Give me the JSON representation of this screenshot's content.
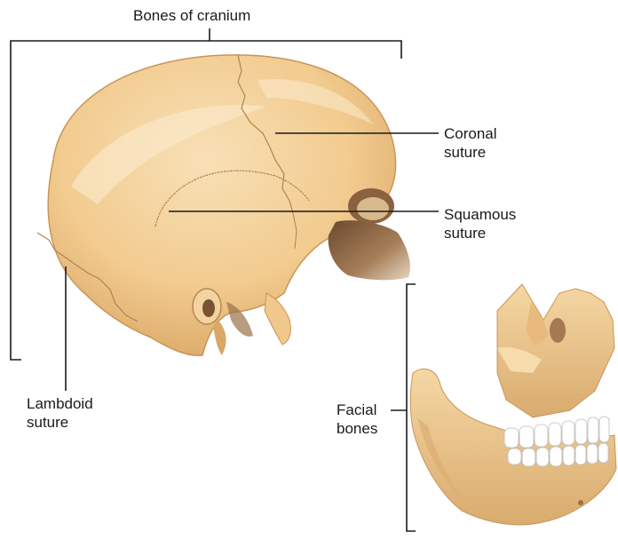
{
  "labels": {
    "bones_of_cranium": "Bones of cranium",
    "coronal_suture": [
      "Coronal",
      "suture"
    ],
    "squamous_suture": [
      "Squamous",
      "suture"
    ],
    "lambdoid_suture": [
      "Lambdoid",
      "suture"
    ],
    "facial_bones": [
      "Facial",
      "bones"
    ]
  },
  "colors": {
    "bone": "#f2cf96",
    "bone_shadow": "#d9a765",
    "bone_highlight": "#f9e3bd",
    "suture_line": "#b08354",
    "leader_line": "#1a1a1a",
    "teeth": "#ffffff"
  }
}
